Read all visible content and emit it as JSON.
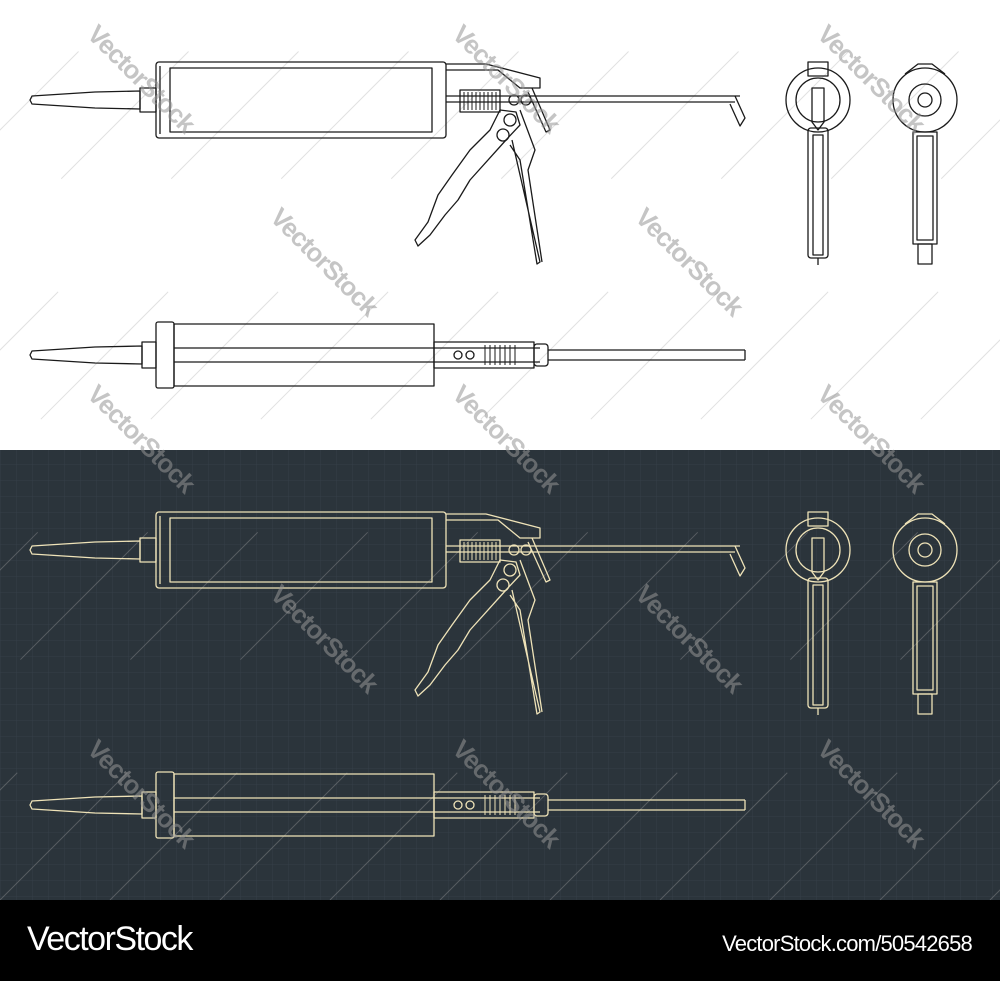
{
  "colors": {
    "light_bg": "#ffffff",
    "light_line": "#1a1a1a",
    "dark_bg": "#2b343b",
    "dark_line": "#efe3b8",
    "grid": "#36414a",
    "footer_bg": "#000000"
  },
  "watermark": "VectorStock",
  "footer": {
    "brand": "VectorStock",
    "url": "VectorStock.com/50542658"
  }
}
